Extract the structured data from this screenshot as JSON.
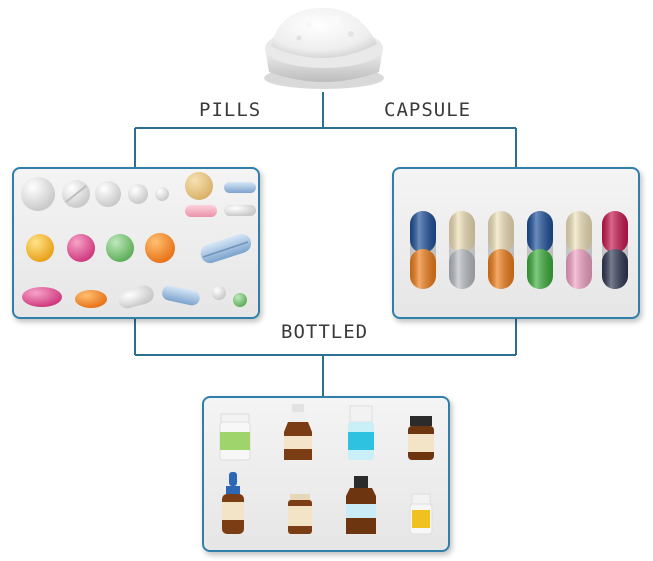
{
  "diagram": {
    "labels": {
      "pills": "PILLS",
      "capsule": "CAPSULE",
      "bottled": "BOTTLED"
    },
    "images": {
      "top": "powder-bowl",
      "pills": "assorted-pills",
      "capsule": "capsules-row",
      "bottled": "medicine-bottles"
    },
    "colors": {
      "connector": "#2b6f93",
      "panel_border": "#2f7fa8"
    }
  }
}
